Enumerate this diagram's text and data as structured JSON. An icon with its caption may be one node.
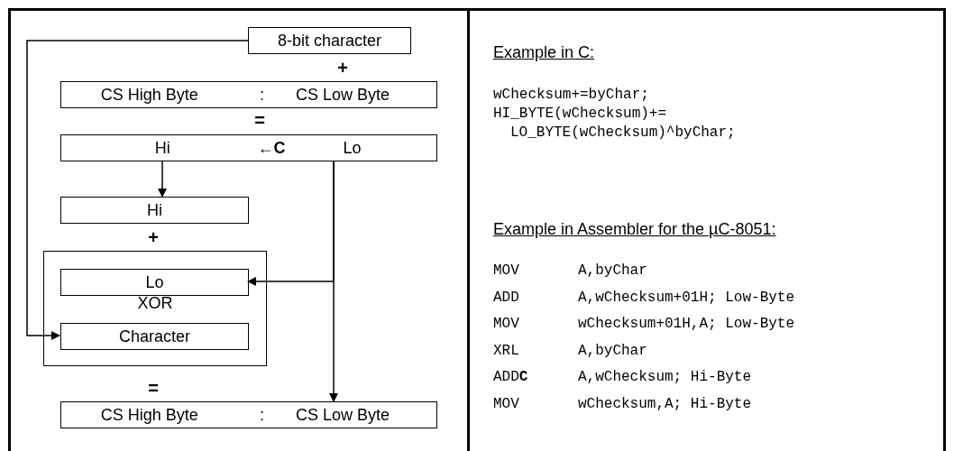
{
  "diagram": {
    "nodes": [
      {
        "text": [
          "8-bit character"
        ]
      },
      {
        "text": [
          "CS High Byte",
          ":",
          "CS Low Byte"
        ]
      },
      {
        "text": [
          "Hi",
          "←**C**",
          "Lo"
        ]
      },
      {
        "text": [
          "Hi"
        ]
      },
      {
        "text": [
          "XOR"
        ]
      },
      {
        "text": [
          "Lo"
        ],
        "in": 4
      },
      {
        "text": [
          "Character"
        ],
        "in": 4
      },
      {
        "text": [
          "CS High Byte",
          ":",
          "CS Low Byte"
        ]
      }
    ],
    "edges": [
      {
        "from": 0,
        "to": 6,
        "arrow": "to"
      },
      {
        "from": 2,
        "to": 3,
        "arrow": "to"
      },
      {
        "from": 2,
        "to": 5,
        "arrow": "to"
      },
      {
        "from": 2,
        "to": 7,
        "arrow": "to"
      }
    ],
    "labels": [
      "+",
      "=",
      "+",
      "=",
      "Example in C:",
      "wChecksum+=byChar;",
      "HI_BYTE(wChecksum)+=",
      "LO_BYTE(wChecksum)^byChar;",
      "Example in Assembler for the µC-8051:",
      "MOV",
      "A,byChar",
      "ADD",
      "A,wChecksum+01H; Low-Byte",
      "MOV",
      "wChecksum+01H,A; Low-Byte",
      "XRL",
      "A,byChar",
      "ADD**C**",
      "A,wChecksum; Hi-Byte",
      "MOV",
      "wChecksum,A; Hi-Byte"
    ]
  }
}
